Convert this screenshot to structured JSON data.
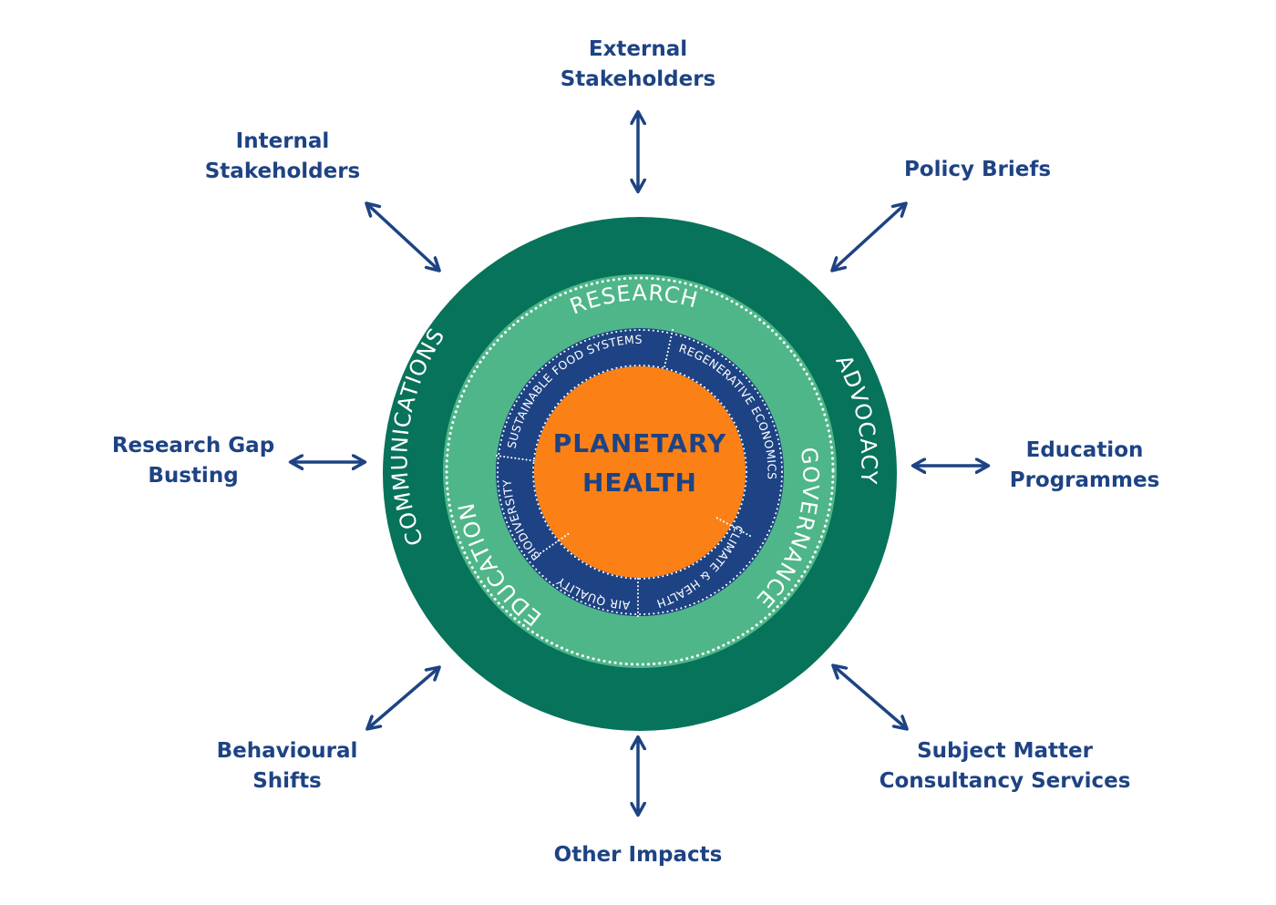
{
  "colors": {
    "outer_ring": "#06735a",
    "middle_ring": "#4fb689",
    "inner_ring": "#1e4384",
    "core": "#fb8116",
    "label": "#1e4384",
    "arrow": "#1e4384",
    "divider": "#ffffff"
  },
  "core": {
    "line1": "PLANETARY",
    "line2": "HEALTH"
  },
  "outer_ring": {
    "communications": "COMMUNICATIONS",
    "advocacy": "ADVOCACY"
  },
  "middle_ring": {
    "research": "RESEARCH",
    "governance": "GOVERNANCE",
    "education": "EDUCATION"
  },
  "inner_ring": {
    "sustainable_food_systems": "SUSTAINABLE FOOD SYSTEMS",
    "regenerative_economics": "REGENERATIVE ECONOMICS",
    "climate_health": "CLIMATE & HEALTH",
    "air_quality": "AIR QUALITY",
    "biodiversity": "BIODIVERSITY"
  },
  "outcomes": {
    "external_stakeholders": {
      "line1": "External",
      "line2": "Stakeholders"
    },
    "policy_briefs": {
      "line1": "Policy Briefs"
    },
    "education_programmes": {
      "line1": "Education",
      "line2": "Programmes"
    },
    "subject_matter": {
      "line1": "Subject Matter",
      "line2": "Consultancy Services"
    },
    "other_impacts": {
      "line1": "Other Impacts"
    },
    "behavioural_shifts": {
      "line1": "Behavioural",
      "line2": "Shifts"
    },
    "research_gap": {
      "line1": "Research Gap",
      "line2": "Busting"
    },
    "internal_stakeholders": {
      "line1": "Internal",
      "line2": "Stakeholders"
    }
  }
}
